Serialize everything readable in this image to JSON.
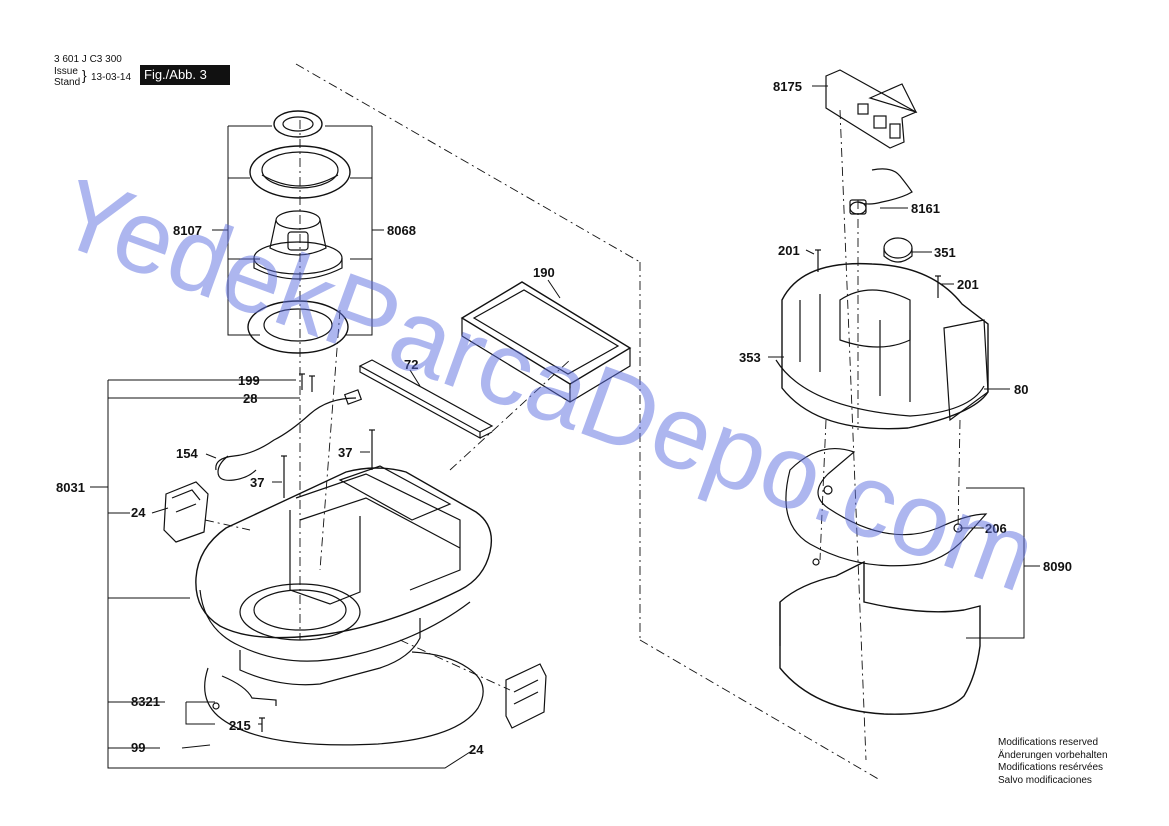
{
  "header": {
    "part_number": "3 601 J C3 300",
    "issue_label": "Issue",
    "stand_label": "Stand",
    "brace": "}",
    "date": "13-03-14",
    "figure_label": "Fig./Abb. 3"
  },
  "callouts": [
    {
      "key": "8107",
      "text": "8107"
    },
    {
      "key": "8068",
      "text": "8068"
    },
    {
      "key": "190",
      "text": "190"
    },
    {
      "key": "199",
      "text": "199"
    },
    {
      "key": "28",
      "text": "28"
    },
    {
      "key": "72",
      "text": "72"
    },
    {
      "key": "154",
      "text": "154"
    },
    {
      "key": "37a",
      "text": "37"
    },
    {
      "key": "37b",
      "text": "37"
    },
    {
      "key": "8031",
      "text": "8031"
    },
    {
      "key": "24a",
      "text": "24"
    },
    {
      "key": "8321",
      "text": "8321"
    },
    {
      "key": "215",
      "text": "215"
    },
    {
      "key": "99",
      "text": "99"
    },
    {
      "key": "24b",
      "text": "24"
    },
    {
      "key": "8175",
      "text": "8175"
    },
    {
      "key": "8161",
      "text": "8161"
    },
    {
      "key": "201a",
      "text": "201"
    },
    {
      "key": "351",
      "text": "351"
    },
    {
      "key": "201b",
      "text": "201"
    },
    {
      "key": "353",
      "text": "353"
    },
    {
      "key": "80",
      "text": "80"
    },
    {
      "key": "206",
      "text": "206"
    },
    {
      "key": "8090",
      "text": "8090"
    }
  ],
  "notes": [
    "Modifications reserved",
    "Änderungen vorbehalten",
    "Modifications resérvées",
    "Salvo modificaciones"
  ],
  "watermark": "YedekParcaDepo.com",
  "colors": {
    "line": "#111111",
    "watermark": "#5b6ee0"
  }
}
